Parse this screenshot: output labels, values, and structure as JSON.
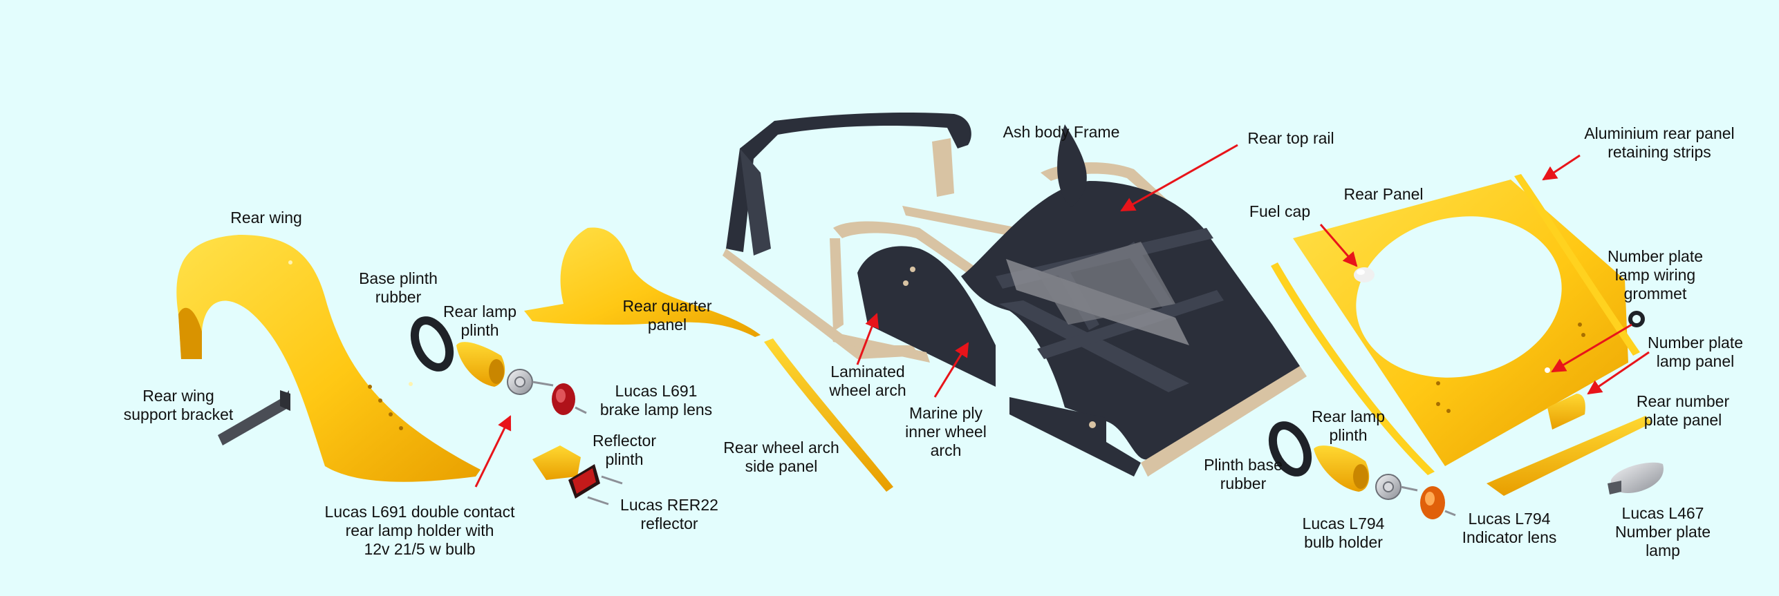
{
  "colors": {
    "background": "#e3fdfd",
    "yellow_light": "#ffd21f",
    "yellow_dark": "#e8a300",
    "frame_dark": "#2b2f3a",
    "frame_ash": "#d8c3a3",
    "arrow": "#e8141a",
    "lens_red": "#b0121a",
    "lens_amber": "#e0600a",
    "chrome": "#b9bcc2",
    "rubber": "#1f2228"
  },
  "labels": {
    "rear_wing": [
      "Rear wing"
    ],
    "wing_bracket": [
      "Rear wing",
      "support bracket"
    ],
    "base_plinth_rubber": [
      "Base plinth",
      "rubber"
    ],
    "rear_lamp_plinth_left": [
      "Rear lamp",
      "plinth"
    ],
    "brake_lens": [
      "Lucas L691",
      "brake lamp lens"
    ],
    "lamp_holder": [
      "Lucas L691 double contact",
      "rear lamp holder with",
      "12v 21/5 w bulb"
    ],
    "reflector_plinth": [
      "Reflector",
      "plinth"
    ],
    "reflector": [
      "Lucas RER22",
      "reflector"
    ],
    "quarter_panel": [
      "Rear quarter",
      "panel"
    ],
    "wheel_arch_side": [
      "Rear wheel arch",
      "side panel"
    ],
    "ash_frame": [
      "Ash body Frame"
    ],
    "rear_top_rail": [
      "Rear top rail"
    ],
    "laminated_arch": [
      "Laminated",
      "wheel arch"
    ],
    "marine_ply": [
      "Marine ply",
      "inner wheel",
      "arch"
    ],
    "fuel_cap": [
      "Fuel cap"
    ],
    "rear_panel": [
      "Rear Panel"
    ],
    "retaining_strips": [
      "Aluminium rear panel",
      "retaining strips"
    ],
    "wiring_grommet": [
      "Number plate",
      "lamp wiring",
      "grommet"
    ],
    "plate_lamp_panel": [
      "Number plate",
      "lamp panel"
    ],
    "rear_number_plate_panel": [
      "Rear number",
      "plate panel"
    ],
    "rear_lamp_plinth_right": [
      "Rear lamp",
      "plinth"
    ],
    "plinth_base_rubber": [
      "Plinth base",
      "rubber"
    ],
    "bulb_holder": [
      "Lucas  L794",
      "bulb holder"
    ],
    "indicator_lens": [
      "Lucas L794",
      "Indicator lens"
    ],
    "plate_lamp": [
      "Lucas  L467",
      "Number plate",
      "lamp"
    ]
  }
}
